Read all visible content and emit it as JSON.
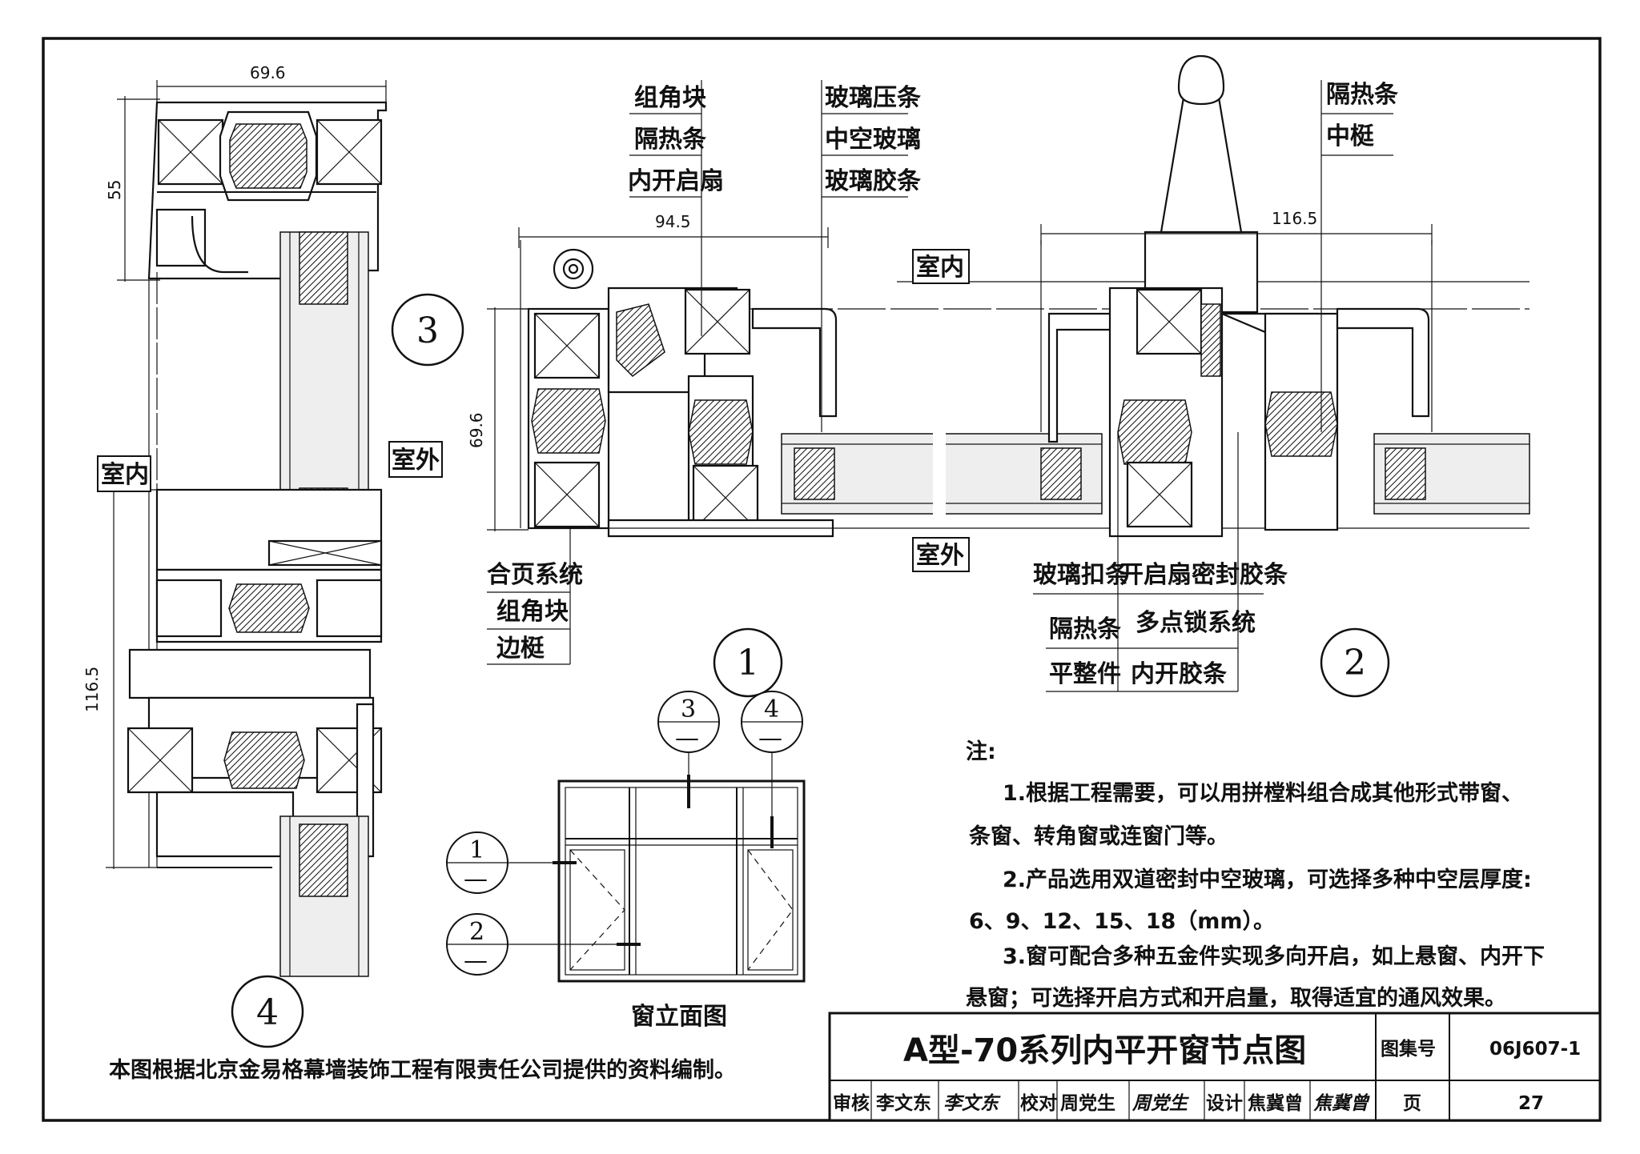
{
  "labels": {
    "corner_block": "组角块",
    "thermal_strip": "隔热条",
    "inner_sash": "内开启扇",
    "glazing_bead": "玻璃压条",
    "insulating_glass": "中空玻璃",
    "glass_gasket": "玻璃胶条",
    "thermal_strip_right": "隔热条",
    "mullion": "中梃",
    "indoor": "室内",
    "outdoor": "室外",
    "hinge_system": "合页系统",
    "corner_block_b": "组角块",
    "side_frame": "边梃",
    "glass_clip": "玻璃扣条",
    "sash_seal_gasket": "开启扇密封胶条",
    "thermal_strip_b": "隔热条",
    "multipoint_lock": "多点锁系统",
    "leveling_piece": "平整件",
    "inner_gasket": "内开胶条",
    "elevation_title": "窗立面图"
  },
  "dimensions": {
    "d1": "69.6",
    "d2": "55",
    "d3": "116.5",
    "d4": "94.5",
    "d5": "69.6",
    "d6": "116.5"
  },
  "detail_markers": {
    "m1": "1",
    "m2": "2",
    "m3": "3",
    "m4": "4",
    "ref_num_1": "1",
    "ref_num_2": "2",
    "ref_num_3": "3",
    "ref_num_4": "4",
    "ref_dash": "—"
  },
  "notes": {
    "heading": "注:",
    "n1a": "1.根据工程需要，可以用拼樘料组合成其他形式带窗、",
    "n1b": "条窗、转角窗或连窗门等。",
    "n2a": "2.产品选用双道密封中空玻璃，可选择多种中空层厚度:",
    "n2b": "6、9、12、15、18（mm）。",
    "n3a": "3.窗可配合多种五金件实现多向开启，如上悬窗、内开下",
    "n3b": "悬窗；可选择开启方式和开启量，取得适宜的通风效果。"
  },
  "source_note": "本图根据北京金易格幕墙装饰工程有限责任公司提供的资料编制。",
  "title_block": {
    "title": "A型-70系列内平开窗节点图",
    "atlas_label": "图集号",
    "atlas_no": "06J607-1",
    "page_label": "页",
    "page_no": "27",
    "review_label": "审核",
    "review_name": "李文东",
    "review_sign": "李文东",
    "check_label": "校对",
    "check_name": "周党生",
    "check_sign": "周党生",
    "design_label": "设计",
    "design_name": "焦冀曾",
    "design_sign": "焦冀曾"
  }
}
